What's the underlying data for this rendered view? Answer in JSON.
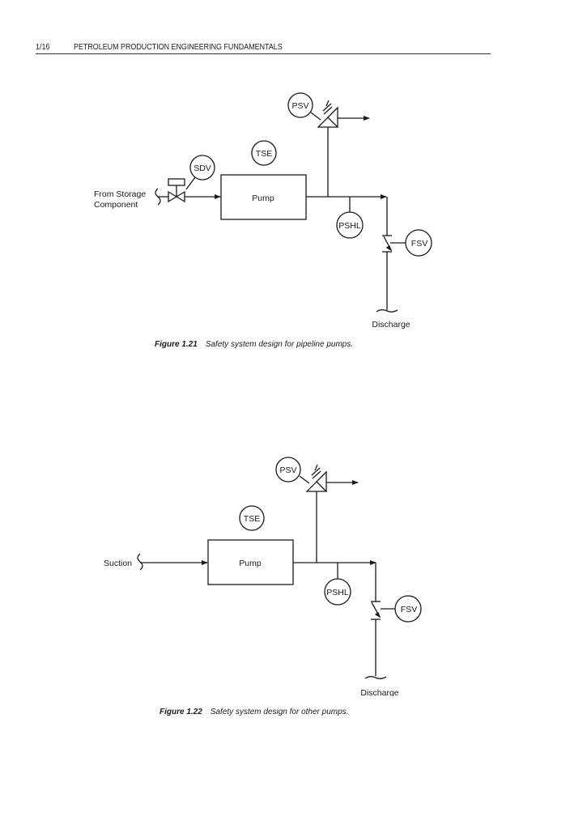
{
  "header": {
    "page_number": "1/16",
    "running_title": "PETROLEUM PRODUCTION ENGINEERING FUNDAMENTALS"
  },
  "figures": [
    {
      "inlet_label_line1": "From Storage",
      "inlet_label_line2": "Component",
      "pump_label": "Pump",
      "instruments": {
        "psv": "PSV",
        "tse": "TSE",
        "sdv": "SDV",
        "pshl": "PSHL",
        "fsv": "FSV"
      },
      "outlet_label": "Discharge",
      "caption_number": "Figure 1.21",
      "caption_text": "Safety system design for pipeline pumps."
    },
    {
      "inlet_label_line1": "Suction",
      "pump_label": "Pump",
      "instruments": {
        "psv": "PSV",
        "tse": "TSE",
        "pshl": "PSHL",
        "fsv": "FSV"
      },
      "outlet_label": "Discharge",
      "caption_number": "Figure 1.22",
      "caption_text": "Safety system design for other pumps."
    }
  ]
}
